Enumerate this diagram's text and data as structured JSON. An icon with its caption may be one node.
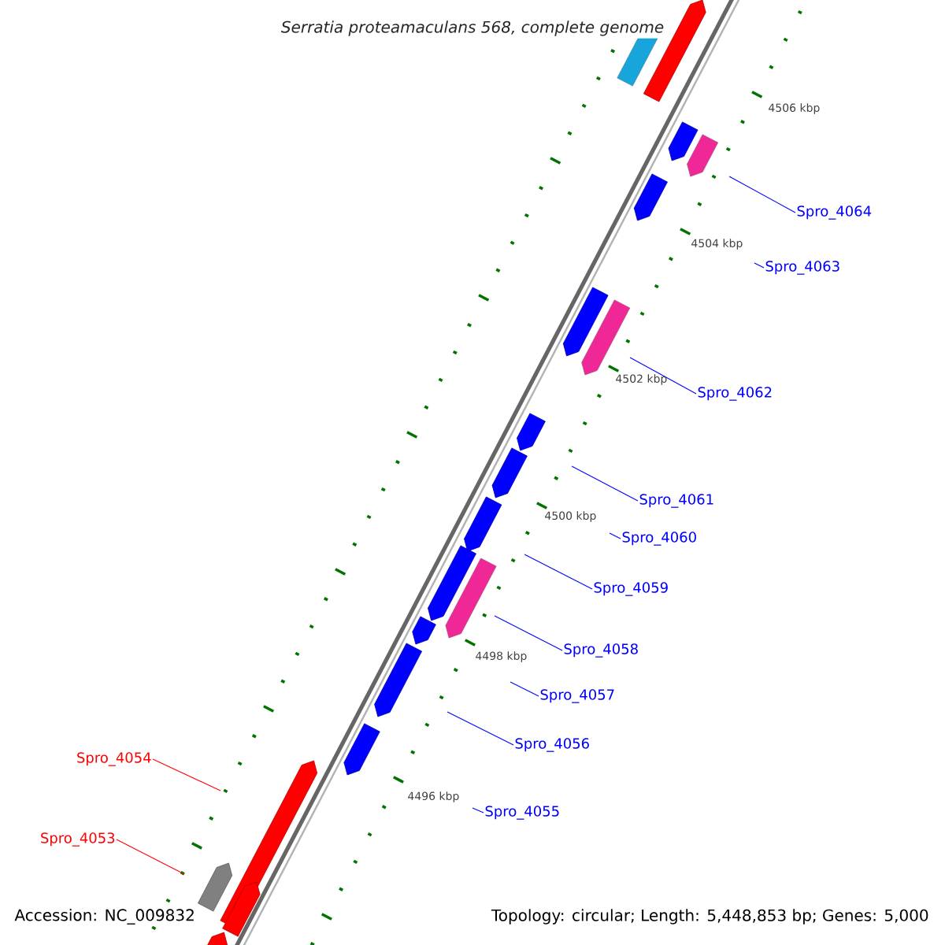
{
  "diagram": {
    "title": "Serratia proteamaculans 568, complete genome",
    "nodes": [
      {
        "text": [
          "Spro_4064"
        ]
      },
      {
        "text": [
          "Spro_4063"
        ]
      },
      {
        "text": [
          "Spro_4062"
        ]
      },
      {
        "text": [
          "Spro_4061"
        ]
      },
      {
        "text": [
          "Spro_4060"
        ]
      },
      {
        "text": [
          "Spro_4059"
        ]
      },
      {
        "text": [
          "Spro_4058"
        ]
      },
      {
        "text": [
          "Spro_4057"
        ]
      },
      {
        "text": [
          "Spro_4056"
        ]
      },
      {
        "text": [
          "Spro_4054"
        ]
      },
      {
        "text": [
          "Spro_4055"
        ]
      },
      {
        "text": [
          "Spro_4053"
        ]
      }
    ],
    "edges": [
      {
        "from": 0,
        "to": null,
        "arrow": "none"
      },
      {
        "from": 1,
        "to": null,
        "arrow": "none"
      },
      {
        "from": 2,
        "to": null,
        "arrow": "none"
      },
      {
        "from": 3,
        "to": null,
        "arrow": "none"
      },
      {
        "from": 4,
        "to": null,
        "arrow": "none"
      },
      {
        "from": 5,
        "to": null,
        "arrow": "none"
      },
      {
        "from": 6,
        "to": null,
        "arrow": "none"
      },
      {
        "from": 7,
        "to": null,
        "arrow": "none"
      },
      {
        "from": 8,
        "to": null,
        "arrow": "none"
      },
      {
        "from": 9,
        "to": null,
        "arrow": "none",
        "color": "#ff0000"
      },
      {
        "from": 10,
        "to": null,
        "arrow": "none"
      },
      {
        "from": 11,
        "to": null,
        "arrow": "none",
        "color": "#ff0000"
      }
    ],
    "labels": [
      "4506 kbp",
      "4504 kbp",
      "4502 kbp",
      "4500 kbp",
      "4498 kbp",
      "4496 kbp",
      "Accession: NC_009832",
      "Topology: circular; Length: 5,448,853 bp; Genes: 5,000"
    ]
  }
}
